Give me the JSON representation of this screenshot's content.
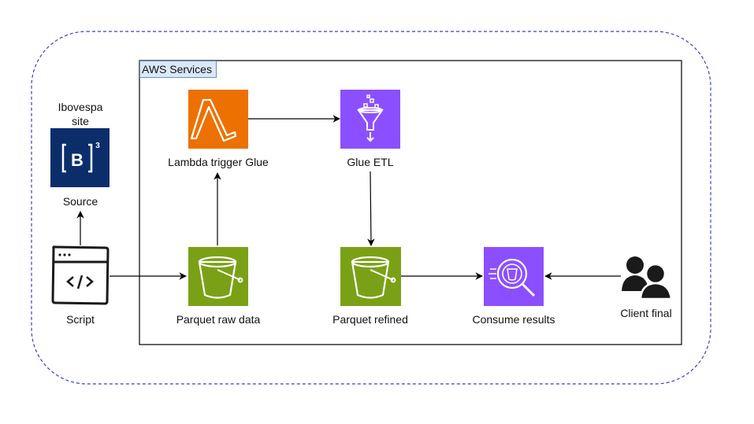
{
  "diagram": {
    "group_label": "AWS Services",
    "nodes": {
      "ibovespa": {
        "title_line1": "Ibovespa",
        "title_line2": "site",
        "caption": "Source",
        "logo_letter": "B",
        "logo_sup": "3",
        "icon": "b3-logo-icon"
      },
      "script": {
        "caption": "Script",
        "icon": "code-window-icon"
      },
      "lambda": {
        "caption": "Lambda trigger Glue",
        "icon": "aws-lambda-icon"
      },
      "glue": {
        "caption": "Glue ETL",
        "icon": "aws-glue-icon"
      },
      "raw": {
        "caption": "Parquet raw data",
        "icon": "s3-bucket-icon"
      },
      "refined": {
        "caption": "Parquet refined",
        "icon": "s3-bucket-icon"
      },
      "consume": {
        "caption": "Consume results",
        "icon": "athena-query-icon"
      },
      "client": {
        "caption": "Client final",
        "icon": "users-icon"
      }
    },
    "colors": {
      "lambda": "#ed7100",
      "glue": "#8c4fff",
      "s3": "#7aa116",
      "athena": "#8c4fff",
      "b3": "#0b2e6b",
      "boundary": "#3b3bdb"
    }
  }
}
